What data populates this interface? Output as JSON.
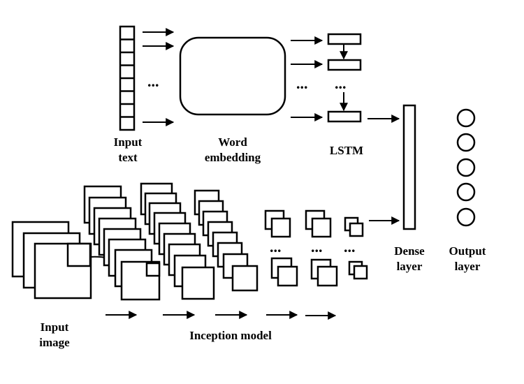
{
  "labels": {
    "input_text_line1": "Input",
    "input_text_line2": "text",
    "word_embedding_line1": "Word",
    "word_embedding_line2": "embedding",
    "lstm": "LSTM",
    "dense_line1": "Dense",
    "dense_line2": "layer",
    "output_line1": "Output",
    "output_line2": "layer",
    "input_image_line1": "Input",
    "input_image_line2": "image",
    "inception": "Inception model"
  },
  "ellipsis": "...",
  "colors": {
    "stroke": "#000000",
    "background": "#ffffff"
  }
}
